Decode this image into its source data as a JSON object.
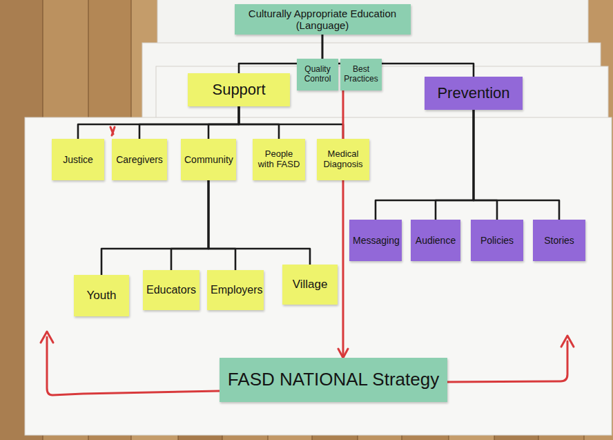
{
  "diagram": {
    "nodes": [
      {
        "text": [
          "Culturally Appropriate Education (Language)"
        ]
      },
      {
        "text": [
          "Quality Control"
        ]
      },
      {
        "text": [
          "Best Practices"
        ]
      },
      {
        "text": [
          "Support"
        ]
      },
      {
        "text": [
          "Prevention"
        ]
      },
      {
        "text": [
          "Justice"
        ]
      },
      {
        "text": [
          "Caregivers"
        ]
      },
      {
        "text": [
          "Community"
        ]
      },
      {
        "text": [
          "People with FASD"
        ]
      },
      {
        "text": [
          "Medical Diagnosis"
        ]
      },
      {
        "text": [
          "Youth"
        ]
      },
      {
        "text": [
          "Educators"
        ]
      },
      {
        "text": [
          "Employers"
        ]
      },
      {
        "text": [
          "Village"
        ]
      },
      {
        "text": [
          "Messaging"
        ]
      },
      {
        "text": [
          "Audience"
        ]
      },
      {
        "text": [
          "Policies"
        ]
      },
      {
        "text": [
          "Stories"
        ]
      },
      {
        "text": [
          "FASD NATIONAL Strategy"
        ]
      }
    ],
    "edges": [
      {
        "from": 0,
        "to": 3,
        "arrow": "none"
      },
      {
        "from": 0,
        "to": 4,
        "arrow": "none"
      },
      {
        "from": 3,
        "to": 5,
        "arrow": "none"
      },
      {
        "from": 3,
        "to": 6,
        "arrow": "none"
      },
      {
        "from": 3,
        "to": 7,
        "arrow": "none"
      },
      {
        "from": 3,
        "to": 8,
        "arrow": "none"
      },
      {
        "from": 3,
        "to": 9,
        "arrow": "none"
      },
      {
        "from": 7,
        "to": 10,
        "arrow": "none"
      },
      {
        "from": 7,
        "to": 11,
        "arrow": "none"
      },
      {
        "from": 7,
        "to": 12,
        "arrow": "none"
      },
      {
        "from": 7,
        "to": 13,
        "arrow": "none"
      },
      {
        "from": 4,
        "to": 14,
        "arrow": "none"
      },
      {
        "from": 4,
        "to": 15,
        "arrow": "none"
      },
      {
        "from": 4,
        "to": 16,
        "arrow": "none"
      },
      {
        "from": 4,
        "to": 17,
        "arrow": "none"
      },
      {
        "from": 2,
        "to": 18,
        "arrow": "to"
      }
    ]
  }
}
